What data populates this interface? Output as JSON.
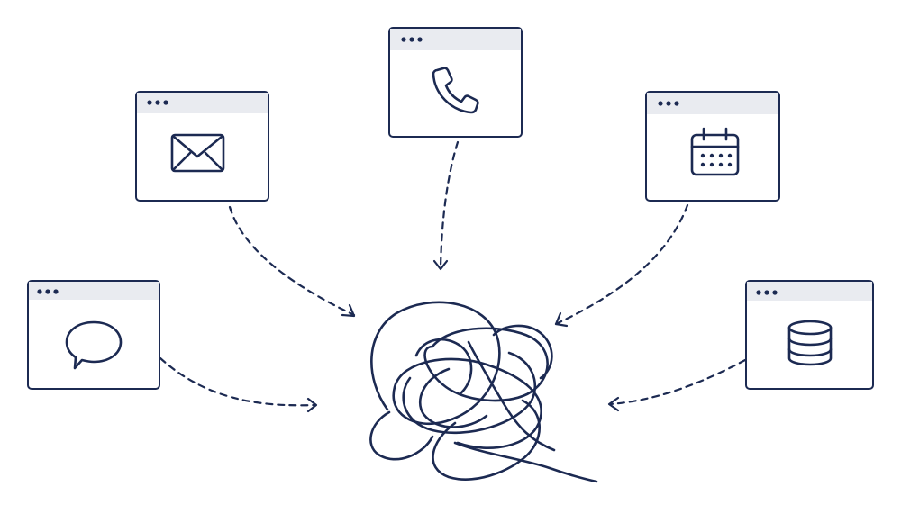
{
  "colors": {
    "ink": "#1c2a52",
    "bar": "#e9ebf0",
    "background": "#ffffff"
  },
  "diagram": {
    "nodes": [
      {
        "id": "chat",
        "icon": "chat-bubble-icon"
      },
      {
        "id": "email",
        "icon": "envelope-icon"
      },
      {
        "id": "phone",
        "icon": "phone-icon"
      },
      {
        "id": "calendar",
        "icon": "calendar-icon"
      },
      {
        "id": "database",
        "icon": "database-icon"
      }
    ],
    "center": {
      "icon": "tangled-scribble-icon"
    },
    "edges": [
      {
        "from": "chat",
        "to": "center"
      },
      {
        "from": "email",
        "to": "center"
      },
      {
        "from": "phone",
        "to": "center"
      },
      {
        "from": "calendar",
        "to": "center"
      },
      {
        "from": "database",
        "to": "center"
      }
    ]
  }
}
